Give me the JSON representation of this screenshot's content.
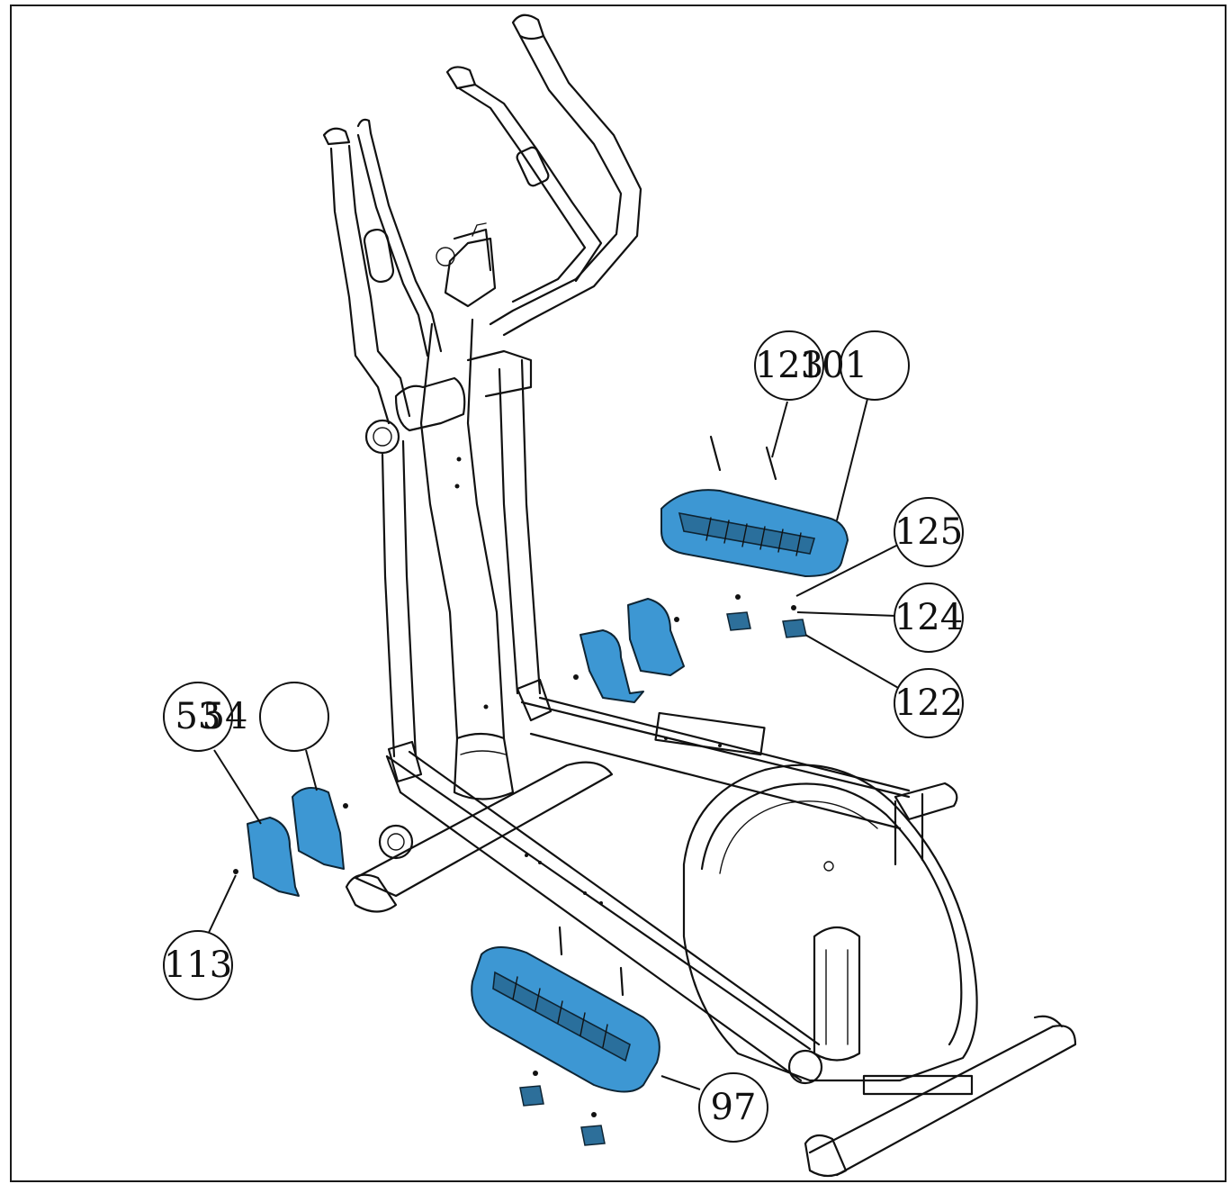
{
  "callouts": {
    "c123": "123",
    "c101": "101",
    "c125": "125",
    "c124": "124",
    "c122": "122",
    "c53": "53",
    "c54": "54",
    "c113": "113",
    "c97": "97"
  },
  "colors": {
    "highlight": "#3d97d3",
    "line": "#111111"
  }
}
